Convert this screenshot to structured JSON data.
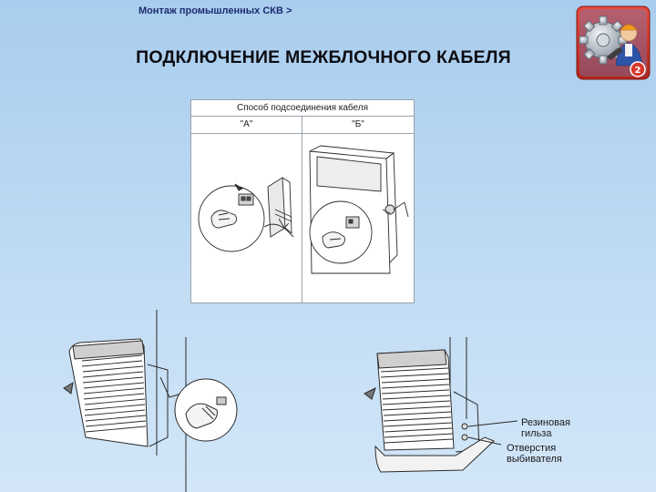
{
  "slide": {
    "breadcrumb": "Монтаж промышленных СКВ >",
    "title": "ПОДКЛЮЧЕНИЕ МЕЖБЛОЧНОГО КАБЕЛЯ",
    "logo_badge": "2"
  },
  "cable_table": {
    "header": "Способ подсоединения кабеля",
    "columns": [
      "\"A\"",
      "\"Б\""
    ]
  },
  "callouts": {
    "rubber_sleeve": "Резиновая гильза",
    "knockout_holes": "Отверстия выбивателя"
  },
  "colors": {
    "background": "#b8d6f2",
    "title": "#0d0d12",
    "breadcrumb": "#1c2c6e",
    "logo_red": "#d8372a"
  }
}
